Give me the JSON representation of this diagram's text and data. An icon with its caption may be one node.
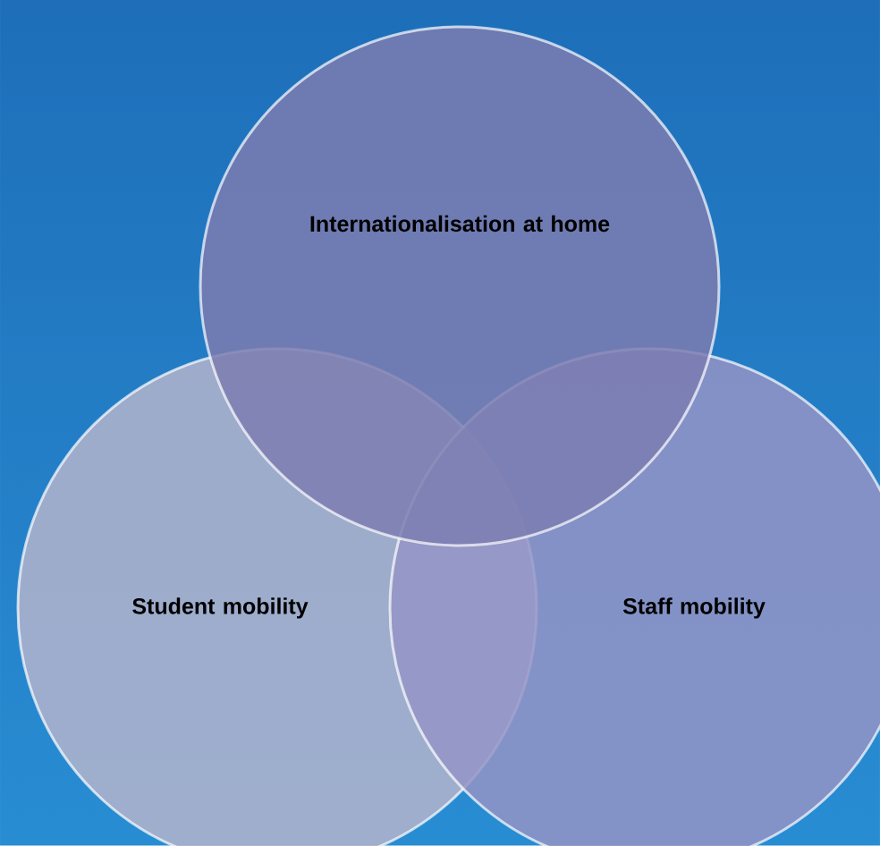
{
  "diagram": {
    "nodes": [
      {
        "text": [
          "Internationalisation at home"
        ]
      },
      {
        "text": [
          "Student mobility"
        ]
      },
      {
        "text": [
          "Staff mobility"
        ]
      }
    ]
  }
}
